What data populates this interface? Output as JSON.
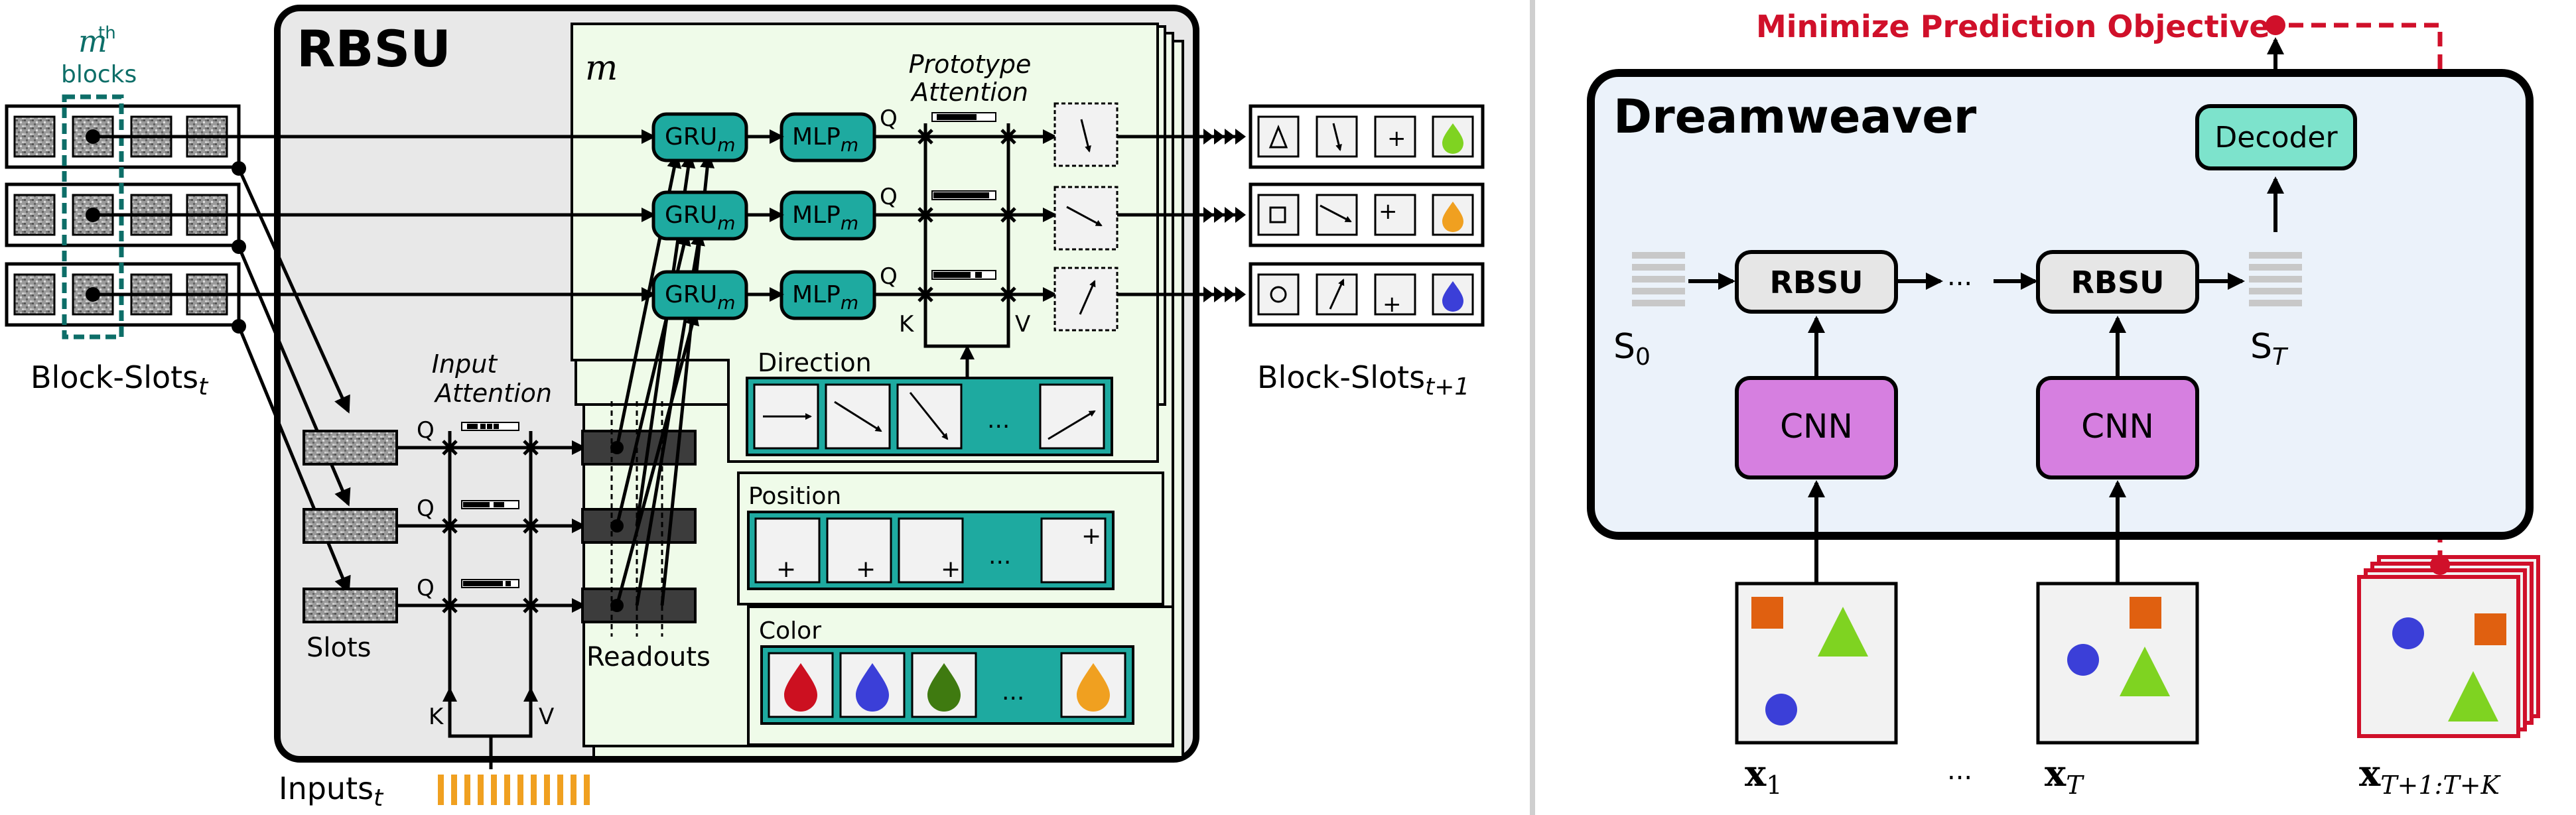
{
  "rbsu": {
    "title": "RBSU",
    "mth_m": "m",
    "mth_sup": "th",
    "mth_blocks": "blocks",
    "block_slots_left": "Block-Slots",
    "block_slots_left_sub": "t",
    "block_slots_right": "Block-Slots",
    "block_slots_right_sub": "t+1",
    "module_m": "m",
    "gru": "GRU",
    "mlp": "MLP",
    "sub_m": "m",
    "prototype_attention_1": "Prototype",
    "prototype_attention_2": "Attention",
    "input_attention_1": "Input",
    "input_attention_2": "Attention",
    "q": "Q",
    "k": "K",
    "v": "V",
    "slots": "Slots",
    "readouts": "Readouts",
    "inputs": "Inputs",
    "inputs_sub": "t",
    "direction": "Direction",
    "position": "Position",
    "color": "Color",
    "ellipsis": "..."
  },
  "dreamweaver": {
    "objective": "Minimize Prediction Objective",
    "title": "Dreamweaver",
    "decoder": "Decoder",
    "rbsu": "RBSU",
    "cnn": "CNN",
    "s0": "S",
    "s0_sub": "0",
    "sT": "S",
    "sT_sub": "T",
    "x1": "x",
    "x1_sub": "1",
    "xT": "x",
    "xT_sub": "T",
    "xK": "x",
    "xK_sub": "T+1:T+K",
    "dots": "..."
  },
  "colors": {
    "teal": "#1eaaa0",
    "teal_dark": "#0d6e68",
    "mint": "#7de3cc",
    "purple": "#d67fe0",
    "red": "#d0102a",
    "orange": "#f0a020",
    "green": "#7fd321",
    "blue": "#3b3fd8",
    "dark_red": "#cc1020",
    "dark_green": "#3f7a10",
    "cube_orange": "#e06010",
    "light_green_bg": "#effbe9",
    "dream_bg": "#ebf2fa"
  }
}
